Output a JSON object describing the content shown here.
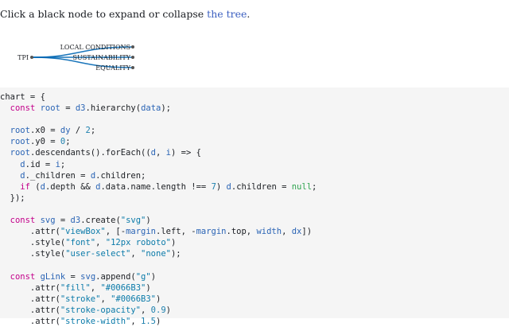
{
  "intro": {
    "prefix": "Click a black node to expand or collapse ",
    "link": "the tree",
    "suffix": "."
  },
  "tree": {
    "root": "TPI",
    "children": [
      "LOCAL CONDITIONS",
      "SUSTAINABILITY",
      "EQUALITY"
    ],
    "link_color": "#0066B3"
  },
  "code": {
    "language": "javascript",
    "lines": [
      "chart = {",
      "  const root = d3.hierarchy(data);",
      "",
      "  root.x0 = dy / 2;",
      "  root.y0 = 0;",
      "  root.descendants().forEach((d, i) => {",
      "    d.id = i;",
      "    d._children = d.children;",
      "    if (d.depth && d.data.name.length !== 7) d.children = null;",
      "  });",
      "",
      "  const svg = d3.create(\"svg\")",
      "      .attr(\"viewBox\", [-margin.left, -margin.top, width, dx])",
      "      .style(\"font\", \"12px roboto\")",
      "      .style(\"user-select\", \"none\");",
      "",
      "  const gLink = svg.append(\"g\")",
      "      .attr(\"fill\", \"#0066B3\")",
      "      .attr(\"stroke\", \"#0066B3\")",
      "      .attr(\"stroke-opacity\", 0.9)",
      "      .attr(\"stroke-width\", 1.5)"
    ]
  }
}
